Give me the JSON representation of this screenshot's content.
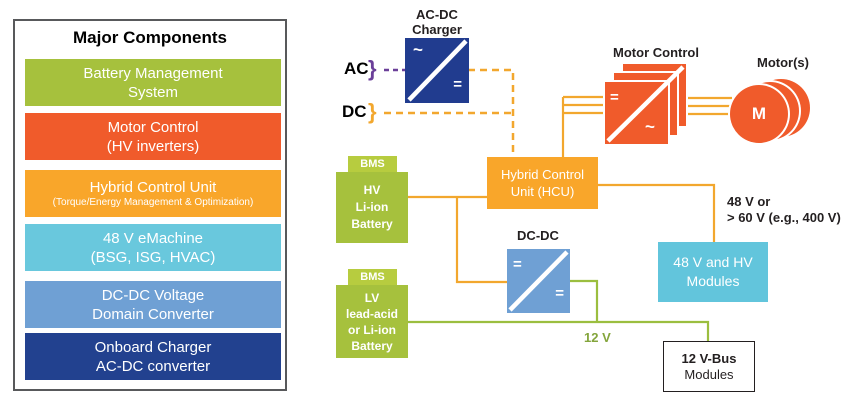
{
  "legend": {
    "title": "Major Components",
    "items": [
      {
        "text": "Battery Management\nSystem",
        "color": "#a6c13d"
      },
      {
        "text": "Motor Control\n(HV inverters)",
        "color": "#f05b2b"
      },
      {
        "text": "Hybrid Control Unit",
        "sub": "(Torque/Energy Management & Optimization)",
        "color": "#f9a62a"
      },
      {
        "text": "48 V eMachine\n(BSG, ISG, HVAC)",
        "color": "#69c8dd"
      },
      {
        "text": "DC-DC Voltage\nDomain Converter",
        "color": "#6fa0d4"
      },
      {
        "text": "Onboard Charger\nAC-DC converter",
        "color": "#22418f"
      }
    ]
  },
  "diagram": {
    "charger": {
      "label": "AC-DC\nCharger",
      "tilde": "~",
      "eq": "="
    },
    "inputs": {
      "ac": "AC",
      "dc": "DC",
      "bracket": "}"
    },
    "motor_control": {
      "label": "Motor Control",
      "eq": "=",
      "tilde": "~"
    },
    "motors": {
      "label": "Motor(s)",
      "m": "M"
    },
    "hcu": {
      "text": "Hybrid Control\nUnit (HCU)"
    },
    "hv_battery": {
      "bms": "BMS",
      "text": "HV\nLi-ion\nBattery"
    },
    "lv_battery": {
      "bms": "BMS",
      "text": "LV\nlead-acid\nor Li-ion\nBattery"
    },
    "dcdc": {
      "label": "DC-DC",
      "eq": "="
    },
    "modules_48v": {
      "text": "48 V and HV\nModules"
    },
    "bus_modules": {
      "line1": "12 V-Bus",
      "line2": "Modules"
    },
    "labels": {
      "voltage_note": "48 V or\n> 60 V (e.g., 400 V)",
      "v12": "12 V"
    }
  },
  "colors": {
    "green": "#a6c13d",
    "green_tab": "#b7cc3f",
    "orange": "#f05b2b",
    "amber": "#f9a62a",
    "cyan": "#62c5dc",
    "blue": "#6fa0d4",
    "dark_blue": "#213c8f",
    "purple": "#6b3f99",
    "wire_orange": "#f2a72e",
    "wire_green": "#9bbe3f",
    "v12_text_green": "#84a53c"
  }
}
